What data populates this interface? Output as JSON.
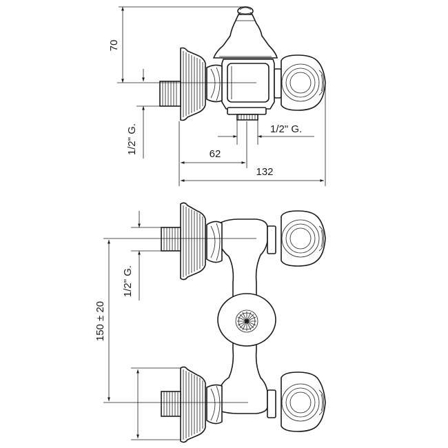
{
  "top_view": {
    "dim_height": "70",
    "dim_thread_left": "1/2\" G.",
    "dim_thread_right": "1/2\" G.",
    "dim_offset": "62",
    "dim_depth": "132"
  },
  "front_view": {
    "dim_thread": "1/2\" G.",
    "dim_spacing": "150 ± 20"
  }
}
